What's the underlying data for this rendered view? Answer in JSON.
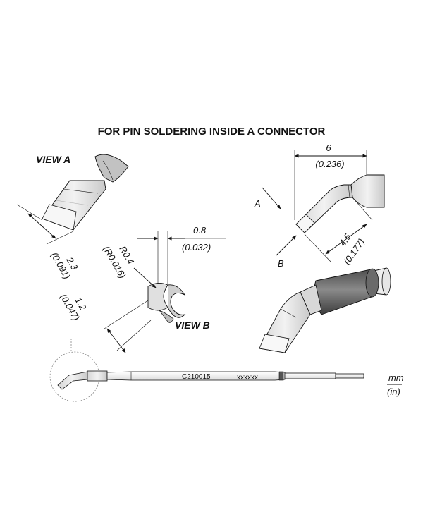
{
  "title": "FOR PIN SOLDERING INSIDE A CONNECTOR",
  "view_a": "VIEW A",
  "view_b": "VIEW B",
  "arrow_a": "A",
  "arrow_b": "B",
  "dims": {
    "d_6": "6",
    "d_6_in": "(0.236)",
    "d_08": "0.8",
    "d_08_in": "(0.032)",
    "d_r04": "R0.4",
    "d_r04_in": "(R0.016)",
    "d_23": "2.3",
    "d_23_in": "(0.091)",
    "d_12": "1.2",
    "d_12_in": "(0.047)",
    "d_45": "4.5",
    "d_45_in": "(0.177)"
  },
  "part_number": "C210015",
  "batch_code": "xxxxxx",
  "units": {
    "mm": "mm",
    "in": "(in)"
  },
  "colors": {
    "tip_silver": "#e3e3e3",
    "tip_light": "#f4f4f4",
    "band_dark": "#6f6f6f",
    "body_gray": "#cfcfcf"
  }
}
